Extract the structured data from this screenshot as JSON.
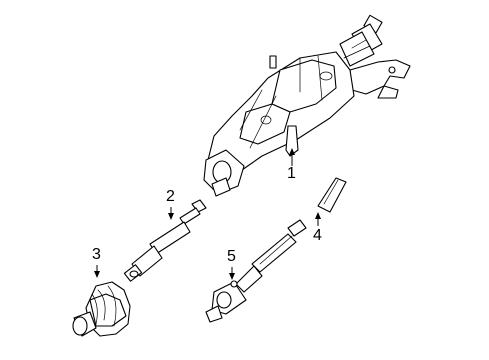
{
  "callouts": {
    "part1": "1",
    "part2": "2",
    "part3": "3",
    "part4": "4",
    "part5": "5"
  }
}
